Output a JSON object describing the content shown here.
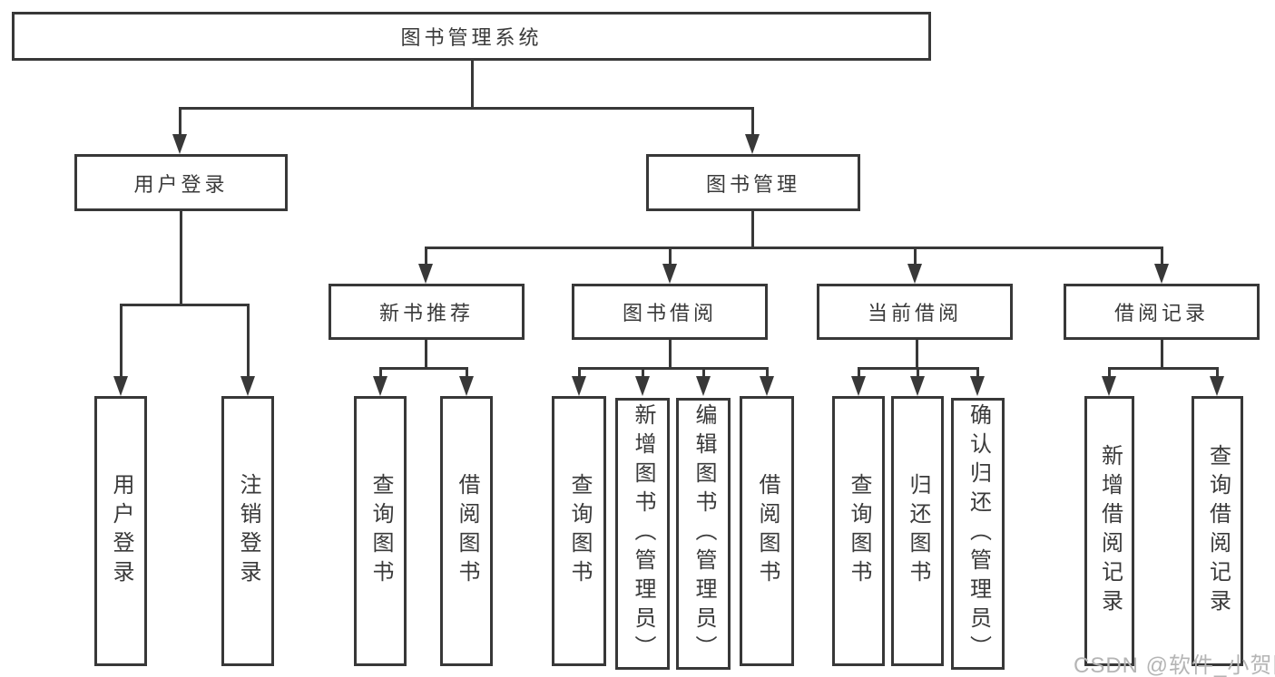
{
  "colors": {
    "line": "#383838",
    "text": "#3a3a3a",
    "watermark": "#b5b5b5",
    "background": "#ffffff"
  },
  "watermark": {
    "text": "CSDN @软件_小贺同学"
  },
  "diagram": {
    "title": "图书管理系统",
    "branches": [
      {
        "label": "用户登录",
        "leaves": [
          {
            "label": "用户登录"
          },
          {
            "label": "注销登录"
          }
        ]
      },
      {
        "label": "图书管理",
        "children": [
          {
            "label": "新书推荐",
            "leaves": [
              {
                "label": "查询图书"
              },
              {
                "label": "借阅图书"
              }
            ]
          },
          {
            "label": "图书借阅",
            "leaves": [
              {
                "label": "查询图书"
              },
              {
                "label": "新增图书（管理员）"
              },
              {
                "label": "编辑图书（管理员）"
              },
              {
                "label": "借阅图书"
              }
            ]
          },
          {
            "label": "当前借阅",
            "leaves": [
              {
                "label": "查询图书"
              },
              {
                "label": "归还图书"
              },
              {
                "label": "确认归还（管理员）"
              }
            ]
          },
          {
            "label": "借阅记录",
            "leaves": [
              {
                "label": "新增借阅记录"
              },
              {
                "label": "查询借阅记录"
              }
            ]
          }
        ]
      }
    ]
  }
}
